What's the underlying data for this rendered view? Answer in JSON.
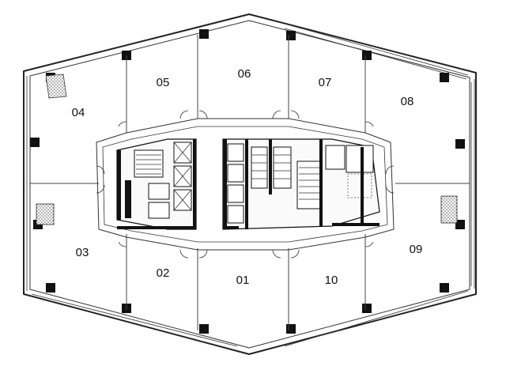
{
  "rooms": [
    {
      "id": "01",
      "label": "01"
    },
    {
      "id": "02",
      "label": "02"
    },
    {
      "id": "03",
      "label": "03"
    },
    {
      "id": "04",
      "label": "04"
    },
    {
      "id": "05",
      "label": "05"
    },
    {
      "id": "06",
      "label": "06"
    },
    {
      "id": "07",
      "label": "07"
    },
    {
      "id": "08",
      "label": "08"
    },
    {
      "id": "09",
      "label": "09"
    },
    {
      "id": "10",
      "label": "10"
    }
  ]
}
